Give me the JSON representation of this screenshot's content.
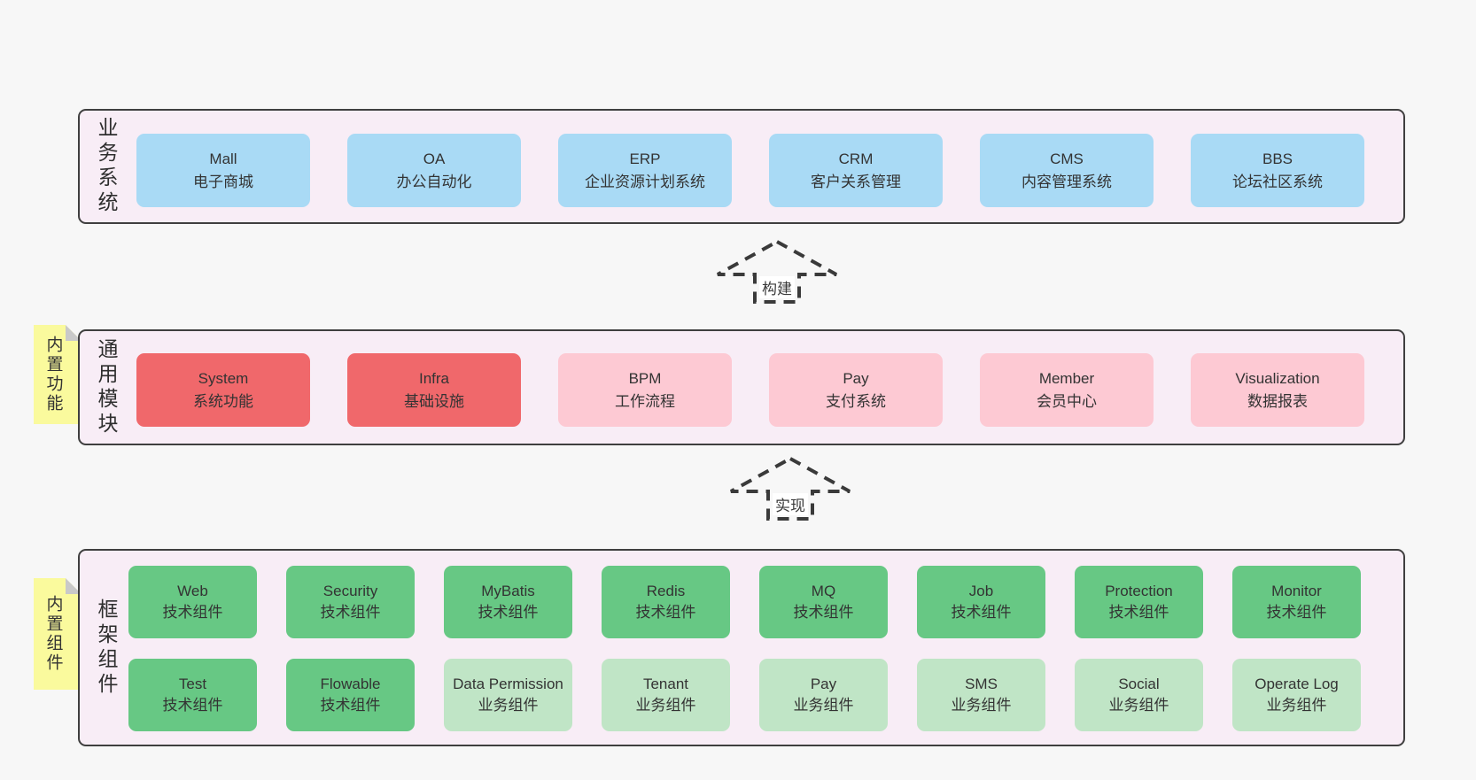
{
  "layers": {
    "business": {
      "label": "业务系统",
      "boxes": [
        {
          "name": "Mall",
          "desc": "电子商城"
        },
        {
          "name": "OA",
          "desc": "办公自动化"
        },
        {
          "name": "ERP",
          "desc": "企业资源计划系统"
        },
        {
          "name": "CRM",
          "desc": "客户关系管理"
        },
        {
          "name": "CMS",
          "desc": "内容管理系统"
        },
        {
          "name": "BBS",
          "desc": "论坛社区系统"
        }
      ]
    },
    "modules": {
      "label": "通用模块",
      "tag": "内置功能",
      "boxes": [
        {
          "name": "System",
          "desc": "系统功能"
        },
        {
          "name": "Infra",
          "desc": "基础设施"
        },
        {
          "name": "BPM",
          "desc": "工作流程"
        },
        {
          "name": "Pay",
          "desc": "支付系统"
        },
        {
          "name": "Member",
          "desc": "会员中心"
        },
        {
          "name": "Visualization",
          "desc": "数据报表"
        }
      ]
    },
    "components": {
      "label": "框架组件",
      "tag": "内置组件",
      "row1": [
        {
          "name": "Web",
          "desc": "技术组件"
        },
        {
          "name": "Security",
          "desc": "技术组件"
        },
        {
          "name": "MyBatis",
          "desc": "技术组件"
        },
        {
          "name": "Redis",
          "desc": "技术组件"
        },
        {
          "name": "MQ",
          "desc": "技术组件"
        },
        {
          "name": "Job",
          "desc": "技术组件"
        },
        {
          "name": "Protection",
          "desc": "技术组件"
        },
        {
          "name": "Monitor",
          "desc": "技术组件"
        }
      ],
      "row2": [
        {
          "name": "Test",
          "desc": "技术组件"
        },
        {
          "name": "Flowable",
          "desc": "技术组件"
        },
        {
          "name": "Data Permission",
          "desc": "业务组件"
        },
        {
          "name": "Tenant",
          "desc": "业务组件"
        },
        {
          "name": "Pay",
          "desc": "业务组件"
        },
        {
          "name": "SMS",
          "desc": "业务组件"
        },
        {
          "name": "Social",
          "desc": "业务组件"
        },
        {
          "name": "Operate Log",
          "desc": "业务组件"
        }
      ]
    }
  },
  "arrows": {
    "build": "构建",
    "implement": "实现"
  },
  "colors": {
    "page_background": "#f7f7f7",
    "panel_background": "#f8edf6",
    "panel_border": "#3f3f3f",
    "business_box": "#a9daf5",
    "core_module_box": "#f0686b",
    "optional_module_box": "#fdc9d3",
    "tech_component_box": "#67c884",
    "biz_component_box": "#c0e5c6",
    "sticky_tag": "#fafa9d"
  }
}
